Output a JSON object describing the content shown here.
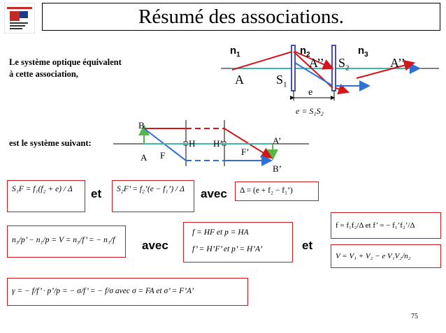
{
  "header": {
    "title": "Résumé des associations."
  },
  "labels": {
    "equivalent_line1": "Le système optique équivalent",
    "equivalent_line2": "à cette association,",
    "system_suivant": "est le système suivant:",
    "et1": "et",
    "avec1": "avec",
    "avec2": "avec",
    "et2": "et"
  },
  "diagram1": {
    "n1": "n",
    "n1_sub": "1",
    "n2": "n",
    "n2_sub": "2",
    "n3": "n",
    "n3_sub": "3",
    "A": "A",
    "A_pp": "A’’",
    "A_pp2": "A’’",
    "S1": "S",
    "S1_sub": "1",
    "S2": "S",
    "S2_sub": "2",
    "e": "e",
    "formula": "e = S₁S₂"
  },
  "diagram2": {
    "B": "B",
    "A": "A",
    "F": "F",
    "H": "H",
    "H_prime": "H’",
    "F_prime": "F’",
    "A_prime": "A’",
    "B_prime": "B’"
  },
  "formulas": {
    "f1": "S₁F = f₁(f₂ + e) / Δ",
    "f2": "S₂F’ = f₂’(e − f₁’) / Δ",
    "f3": "Δ = (e + f₂ − f₁’)",
    "f4": "n₃/p’ − n₁/p = V = n₃/f’ = − n₁/f",
    "f5a": "f = HF  et  p = HA",
    "f5b": "f’ = H’F’  et  p’ = H’A’",
    "f6": "f = f₁f₂/Δ  et  f’ = − f₁’f₂’/Δ",
    "f7": "V = V₁ + V₂ − e V₁V₂/n₂",
    "f8": "γ = − f/f’ · p’/p = − σ/f’ = − f/σ   avec  σ = FA  et  σ’ = F’A’"
  },
  "page": {
    "number": "75"
  },
  "colors": {
    "red": "#d3151c",
    "blue": "#2f6fd6",
    "teal": "#3fb8a8",
    "green": "#56b848",
    "lens": "#4a52a8"
  }
}
